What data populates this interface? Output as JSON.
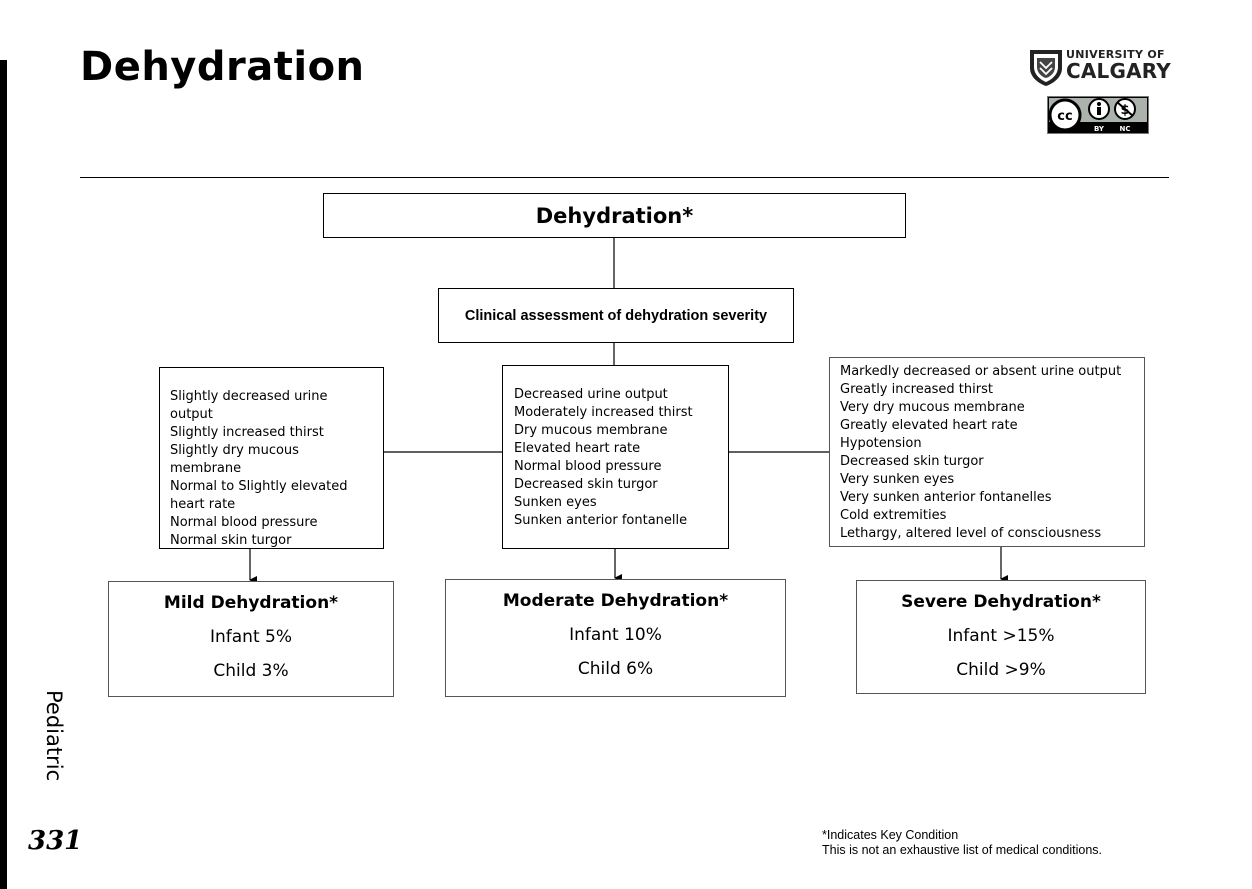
{
  "page": {
    "title": "Dehydration",
    "section": "Pediatric",
    "page_number": "331"
  },
  "branding": {
    "university_line1": "UNIVERSITY OF",
    "university_line2": "CALGARY",
    "license": {
      "cc": "cc",
      "by": "BY",
      "nc": "NC"
    }
  },
  "diagram": {
    "root": "Dehydration*",
    "assessment": "Clinical assessment of dehydration severity",
    "branches": [
      {
        "id": "mild",
        "symptoms": [
          "Slightly decreased urine",
          "output",
          "Slightly increased thirst",
          "Slightly dry mucous membrane",
          "Normal to Slightly elevated",
          "heart rate",
          "Normal blood pressure",
          "Normal skin turgor"
        ],
        "outcome": {
          "title": "Mild Dehydration*",
          "infant": "Infant 5%",
          "child": "Child 3%"
        }
      },
      {
        "id": "moderate",
        "symptoms": [
          "Decreased urine output",
          "Moderately increased thirst",
          "Dry mucous membrane",
          "Elevated heart rate",
          "Normal blood pressure",
          "Decreased skin turgor",
          "Sunken eyes",
          "Sunken anterior fontanelle"
        ],
        "outcome": {
          "title": "Moderate Dehydration*",
          "infant": "Infant 10%",
          "child": "Child 6%"
        }
      },
      {
        "id": "severe",
        "symptoms": [
          "Markedly decreased or absent urine output",
          "Greatly increased thirst",
          "Very dry mucous membrane",
          "Greatly elevated heart rate",
          "Hypotension",
          "Decreased skin turgor",
          "Very sunken eyes",
          "Very sunken anterior fontanelles",
          "Cold extremities",
          "Lethargy, altered level of consciousness"
        ],
        "outcome": {
          "title": "Severe Dehydration*",
          "infant": "Infant >15%",
          "child": "Child >9%"
        }
      }
    ]
  },
  "footnotes": {
    "key_condition": "*Indicates Key Condition",
    "disclaimer": "This is not an exhaustive list of medical conditions."
  }
}
